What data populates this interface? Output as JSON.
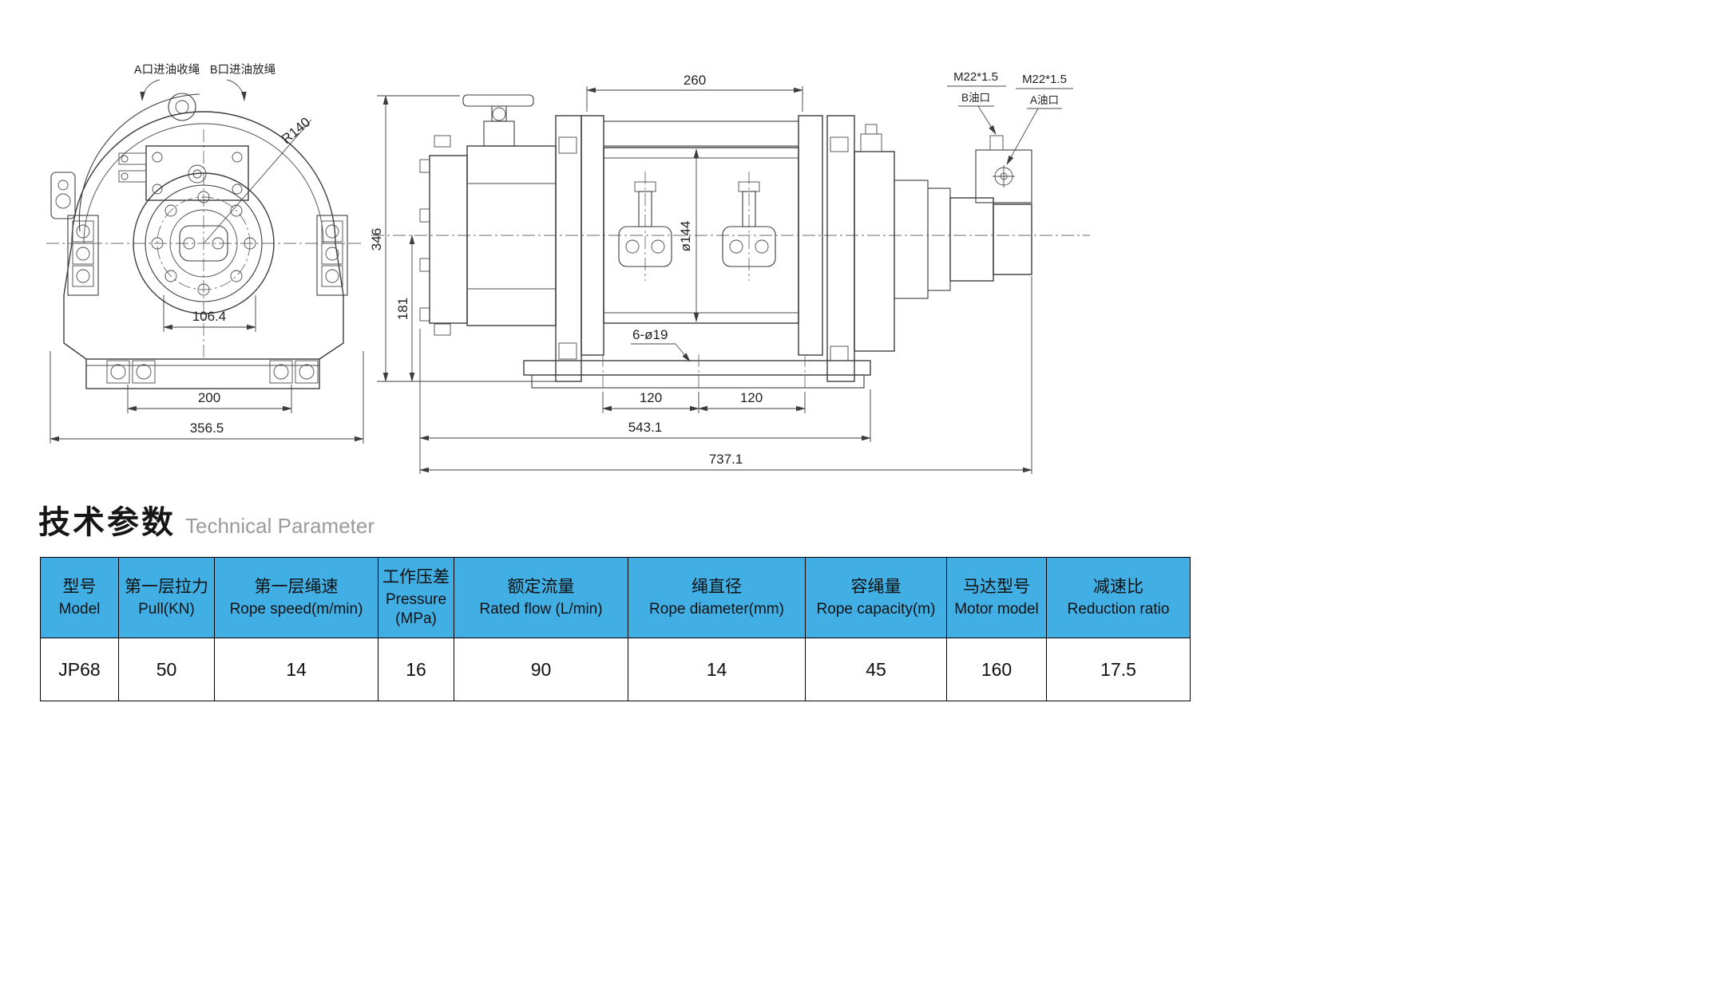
{
  "title": {
    "zh": "技术参数",
    "en": "Technical Parameter"
  },
  "drawing": {
    "front_view": {
      "note_a": "A口进油收绳",
      "note_b": "B口进油放绳",
      "r140": "R140",
      "dim_106_4": "106.4",
      "dim_200": "200",
      "dim_356_5": "356.5"
    },
    "side_view": {
      "dim_260": "260",
      "dim_346": "346",
      "dim_181": "181",
      "dim_144": "ø144",
      "dim_6_19": "6-ø19",
      "dim_120_left": "120",
      "dim_120_right": "120",
      "dim_543_1": "543.1",
      "dim_737_1": "737.1",
      "m22_b": "M22*1.5",
      "port_b": "B油口",
      "m22_a": "M22*1.5",
      "port_a": "A油口"
    }
  },
  "table": {
    "headers": [
      {
        "zh": "型号",
        "en": "Model"
      },
      {
        "zh": "第一层拉力",
        "en": "Pull(KN)"
      },
      {
        "zh": "第一层绳速",
        "en": "Rope speed(m/min)"
      },
      {
        "zh": "工作压差",
        "en": "Pressure (MPa)"
      },
      {
        "zh": "额定流量",
        "en": "Rated flow (L/min)"
      },
      {
        "zh": "绳直径",
        "en": "Rope diameter(mm)"
      },
      {
        "zh": "容绳量",
        "en": "Rope capacity(m)"
      },
      {
        "zh": "马达型号",
        "en": "Motor model"
      },
      {
        "zh": "减速比",
        "en": "Reduction ratio"
      }
    ],
    "row": [
      "JP68",
      "50",
      "14",
      "16",
      "90",
      "14",
      "45",
      "160",
      "17.5"
    ]
  },
  "colors": {
    "header_bg": "#41aee4",
    "line": "#3d3d3d"
  }
}
